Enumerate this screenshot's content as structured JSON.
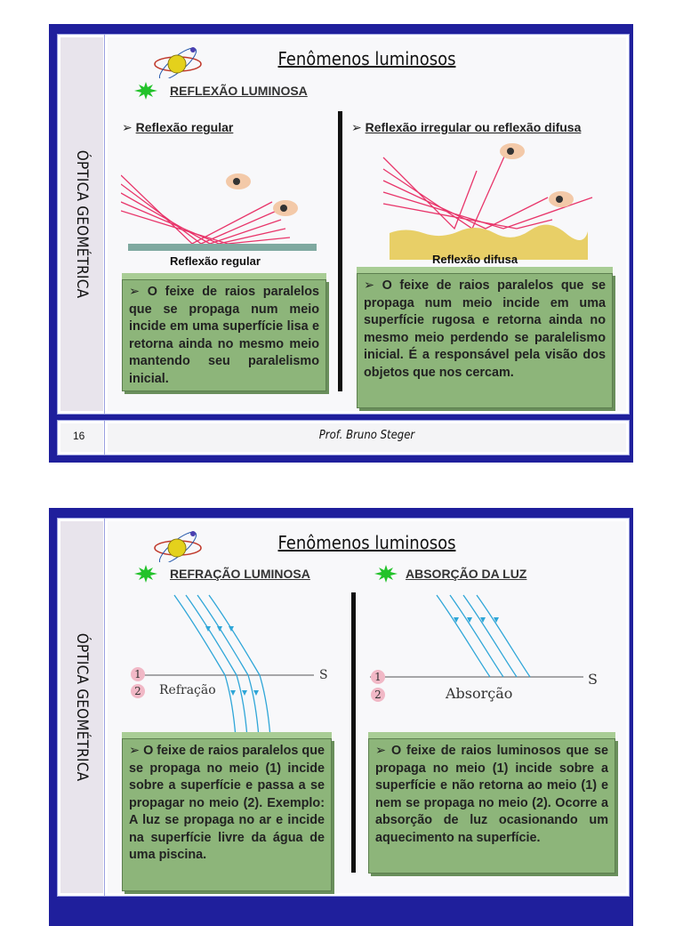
{
  "slide1": {
    "side_label": "ÓPTICA GEOMÉTRICA",
    "title": "Fenômenos luminosos",
    "section": "REFLEXÃO LUMINOSA",
    "left_heading": "Reflexão regular",
    "right_heading": "Reflexão irregular ou reflexão difusa",
    "left_caption": "Reflexão regular",
    "right_caption": "Reflexão difusa",
    "left_text": "O feixe de raios paralelos que se propaga num meio incide em uma superfície lisa e retorna ainda no mesmo meio mantendo seu paralelismo inicial.",
    "right_text": "O feixe de raios paralelos que se propaga num meio incide em uma superfície rugosa e retorna ainda no mesmo meio perdendo se paralelismo inicial. É a responsável pela visão dos objetos que nos cercam.",
    "page_number": "16",
    "footer": "Prof. Bruno Steger"
  },
  "slide2": {
    "side_label": "ÓPTICA GEOMÉTRICA",
    "title": "Fenômenos luminosos",
    "left_section": "REFRAÇÃO LUMINOSA",
    "right_section": "ABSORÇÃO DA LUZ",
    "left_diagram": {
      "medium1": "1",
      "medium2": "2",
      "label": "Refração",
      "surface": "S"
    },
    "right_diagram": {
      "medium1": "1",
      "medium2": "2",
      "label": "Absorção",
      "surface": "S"
    },
    "left_text": "O feixe de raios paralelos que se propaga no meio (1) incide sobre a superfície e passa a se propagar no meio (2). Exemplo: A luz se propaga no ar e incide na superfície livre da água de uma piscina.",
    "right_text": "O feixe de raios luminosos que se propaga no meio (1) incide sobre a superfície e não retorna ao meio (1) e nem se propaga no meio (2). Ocorre a absorção de luz ocasionando um aquecimento na superfície."
  },
  "colors": {
    "frame": "#1f1f9c",
    "text_box": "#8db57a",
    "rays": "#e8356a",
    "refraction_rays": "#2fa6d8",
    "star": "#22c22a"
  }
}
